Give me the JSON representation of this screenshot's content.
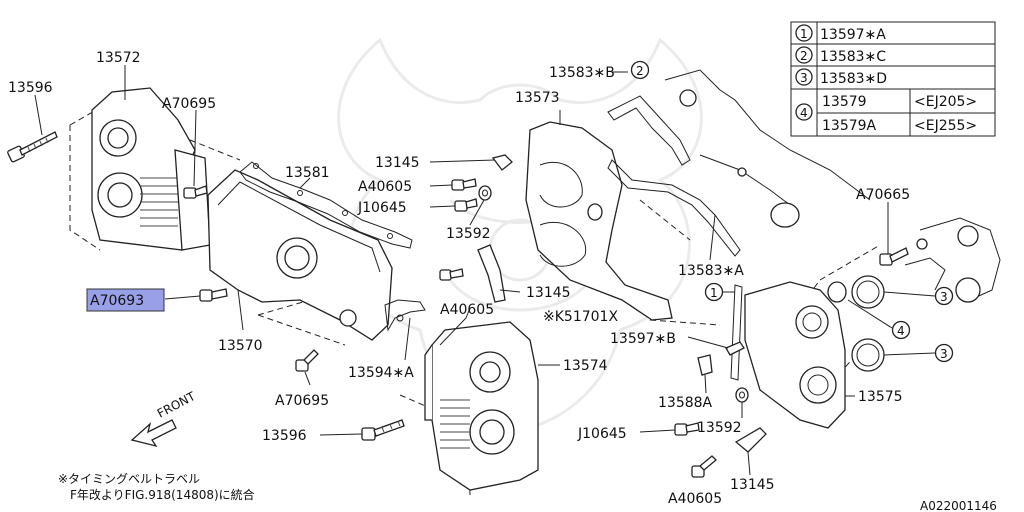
{
  "diagram_id": "A022001146",
  "highlight_color": "#9aa0e8",
  "front_label": "FRONT",
  "note_lines": [
    "※タイミングベルトラベル",
    "F年改よりFIG.918(14808)に統合"
  ],
  "legend": [
    {
      "num": "1",
      "part": "13597∗A",
      "spec": ""
    },
    {
      "num": "2",
      "part": "13583∗C",
      "spec": ""
    },
    {
      "num": "3",
      "part": "13583∗D",
      "spec": ""
    },
    {
      "num": "4",
      "part": "13579",
      "spec": "<EJ205>"
    },
    {
      "num": "",
      "part": "13579A",
      "spec": "<EJ255>"
    }
  ],
  "labels": {
    "p13572": "13572",
    "p13596_top": "13596",
    "pA70695_top": "A70695",
    "p13581": "13581",
    "pA70693": "A70693",
    "p13570": "13570",
    "pA70695_bot": "A70695",
    "p13594A": "13594∗A",
    "p13596_bot": "13596",
    "p13145_top": "13145",
    "pA40605_top": "A40605",
    "pJ10645_top": "J10645",
    "p13592_top": "13592",
    "p13145_mid": "13145",
    "pA40605_mid": "A40605",
    "pK51701X": "※K51701X",
    "p13574": "13574",
    "p13583B": "13583∗B",
    "c2": "2",
    "p13573": "13573",
    "p13583A": "13583∗A",
    "pA70665": "A70665",
    "c1": "1",
    "c3a": "3",
    "c4": "4",
    "c3b": "3",
    "p13597B": "13597∗B",
    "p13588A": "13588A",
    "p13575": "13575",
    "pJ10645_bot": "J10645",
    "p13592_bot": "13592",
    "p13145_bot": "13145",
    "pA40605_bot": "A40605"
  }
}
